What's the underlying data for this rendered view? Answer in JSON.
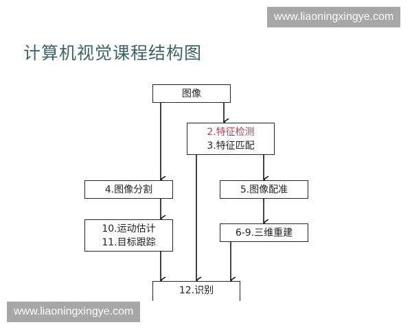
{
  "title": "计算机视觉课程结构图",
  "watermark": "www.liaoningxingye.com",
  "nodes": {
    "image": "图像",
    "feature_detect": "2.特征检测",
    "feature_match": "3.特征匹配",
    "segmentation": "4.图像分割",
    "registration": "5.图像配准",
    "motion": "10.运动估计",
    "tracking": "11.目标跟踪",
    "reconstruction": "6-9.三维重建",
    "recognition": "12.识别"
  },
  "colors": {
    "highlight": "#b2404f",
    "title": "#3b6468",
    "watermark_bg": "#a7a7a7"
  }
}
